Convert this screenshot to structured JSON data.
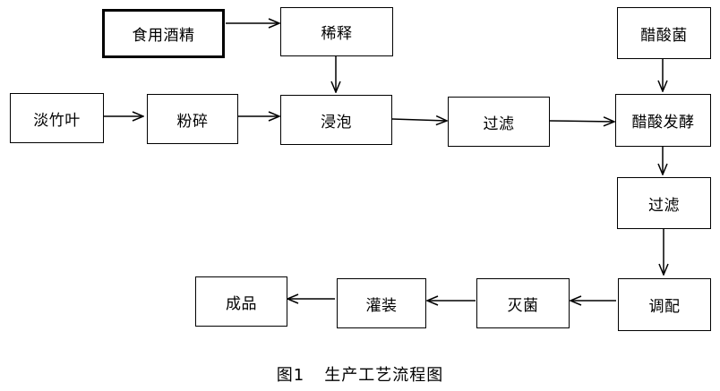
{
  "nodes": {
    "ethanol": "食用酒精",
    "dilute": "稀释",
    "bamboo_leaf": "淡竹叶",
    "crush": "粉碎",
    "soak": "浸泡",
    "filter1": "过滤",
    "acetobacter": "醋酸菌",
    "fermentation": "醋酸发酵",
    "filter2": "过滤",
    "blend": "调配",
    "sterilize": "灭菌",
    "filling": "灌装",
    "product": "成品"
  },
  "caption": {
    "number": "图1",
    "title": "生产工艺流程图"
  }
}
